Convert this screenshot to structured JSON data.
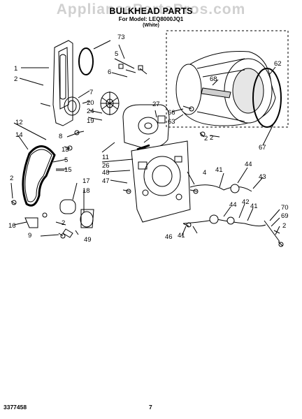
{
  "header": {
    "title": "BULKHEAD PARTS",
    "model_line": "For Model: LEQ8000JQ1",
    "color_line": "(White)"
  },
  "watermark": "AppliancePartsPros.com",
  "footer": {
    "doc_number": "3377458",
    "page_number": "7"
  },
  "callouts": [
    "73",
    "1",
    "2",
    "5",
    "6",
    "7",
    "20",
    "24",
    "19",
    "27",
    "12",
    "14",
    "8",
    "13",
    "5",
    "15",
    "11",
    "26",
    "2",
    "48",
    "47",
    "4",
    "41",
    "44",
    "43",
    "18",
    "17",
    "2",
    "16",
    "2",
    "9",
    "49",
    "44",
    "42",
    "41",
    "46",
    "41",
    "70",
    "69",
    "2",
    "62",
    "68",
    "66",
    "63",
    "67",
    "2"
  ],
  "colors": {
    "line": "#000000",
    "shade": "#cfcfcf",
    "watermark": "#969696"
  }
}
